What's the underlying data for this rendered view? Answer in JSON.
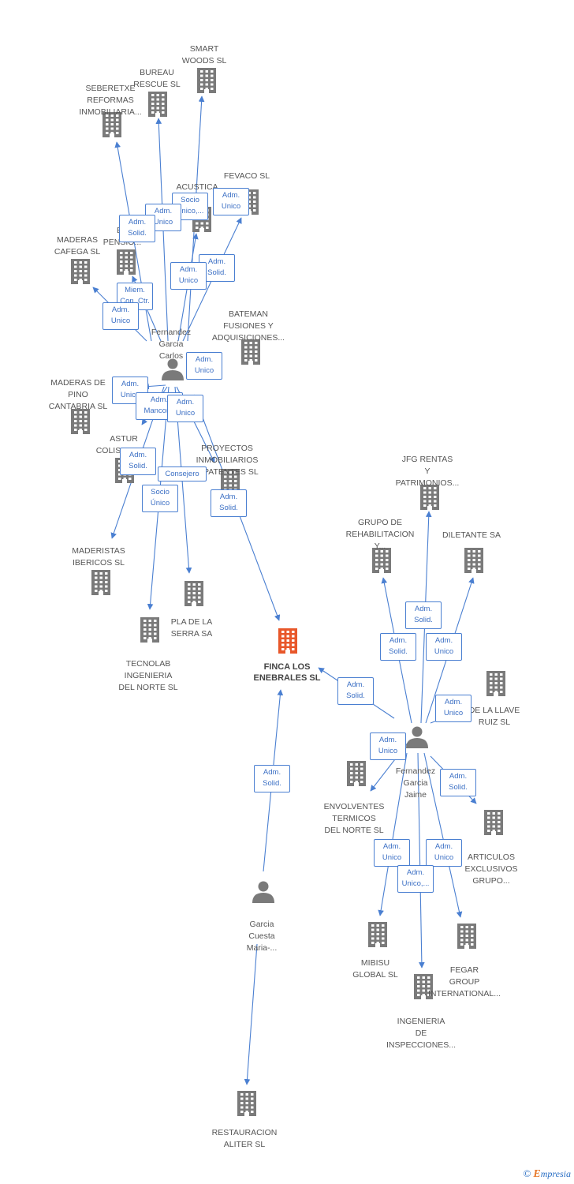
{
  "colors": {
    "edge": "#4a7fd1",
    "building": "#7a7a7a",
    "focus": "#e8572a",
    "person": "#7a7a7a"
  },
  "nodes": [
    {
      "id": "smart",
      "type": "company",
      "label": "SMART\nWOODS  SL"
    },
    {
      "id": "bureau",
      "type": "company",
      "label": "BUREAU\nRESCUE  SL"
    },
    {
      "id": "seberetxe",
      "type": "company",
      "label": "SEBERETXE\nREFORMAS\nINMOBILIARIA..."
    },
    {
      "id": "acustica",
      "type": "company",
      "label": "ACUSTICA\nE SL"
    },
    {
      "id": "fevaco",
      "type": "company",
      "label": "FEVACO SL"
    },
    {
      "id": "ba",
      "type": "company",
      "label": "BA\nPENSIO..."
    },
    {
      "id": "maderascafega",
      "type": "company",
      "label": "MADERAS\nCAFEGA SL"
    },
    {
      "id": "bateman",
      "type": "company",
      "label": "BATEMAN\nFUSIONES Y\nADQUISICIONES..."
    },
    {
      "id": "carlos",
      "type": "person",
      "label": "Fernandez\nGarcia\nCarlos"
    },
    {
      "id": "maderaspino",
      "type": "company",
      "label": "MADERAS DE\nPINO\nCANTABRIA  SL"
    },
    {
      "id": "astur",
      "type": "company",
      "label": "ASTUR\nCOLISEUM SL"
    },
    {
      "id": "proyectos",
      "type": "company",
      "label": "PROYECTOS\nINMOBILIARIOS\nY PATENTES SL"
    },
    {
      "id": "maderistas",
      "type": "company",
      "label": "MADERISTAS\nIBERICOS  SL"
    },
    {
      "id": "pla",
      "type": "company",
      "label": "PLA DE LA\nSERRA SA"
    },
    {
      "id": "tecnolab",
      "type": "company",
      "label": "TECNOLAB\nINGENIERIA\nDEL NORTE  SL"
    },
    {
      "id": "finca",
      "type": "focus",
      "label": "FINCA LOS\nENEBRALES SL"
    },
    {
      "id": "jfg",
      "type": "company",
      "label": "JFG RENTAS\nY\nPATRIMONIOS..."
    },
    {
      "id": "grupo",
      "type": "company",
      "label": "GRUPO DE\nREHABILITACION\nY..."
    },
    {
      "id": "diletante",
      "type": "company",
      "label": "DILETANTE SA"
    },
    {
      "id": "llave",
      "type": "company",
      "label": "DE LA LLAVE\nRUIZ SL"
    },
    {
      "id": "jaime",
      "type": "person",
      "label": "Fernandez\nGarcia\nJaime"
    },
    {
      "id": "envolventes",
      "type": "company",
      "label": "ENVOLVENTES\nTERMICOS\nDEL NORTE SL"
    },
    {
      "id": "articulos",
      "type": "company",
      "label": "ARTICULOS\nEXCLUSIVOS\nGRUPO..."
    },
    {
      "id": "mibisu",
      "type": "company",
      "label": "MIBISU\nGLOBAL SL"
    },
    {
      "id": "fegar",
      "type": "company",
      "label": "FEGAR\nGROUP\nINTERNATIONAL..."
    },
    {
      "id": "ingenieria",
      "type": "company",
      "label": "INGENIERIA\nDE\nINSPECCIONES..."
    },
    {
      "id": "maria",
      "type": "person",
      "label": "Garcia\nCuesta\nMaria-..."
    },
    {
      "id": "restauracion",
      "type": "company",
      "label": "RESTAURACION\nALITER SL"
    }
  ],
  "edges": [
    {
      "from": "carlos",
      "to": "smart"
    },
    {
      "from": "carlos",
      "to": "bureau"
    },
    {
      "from": "carlos",
      "to": "seberetxe"
    },
    {
      "from": "carlos",
      "to": "acustica"
    },
    {
      "from": "carlos",
      "to": "fevaco"
    },
    {
      "from": "carlos",
      "to": "ba"
    },
    {
      "from": "carlos",
      "to": "maderascafega"
    },
    {
      "from": "carlos",
      "to": "maderaspino"
    },
    {
      "from": "carlos",
      "to": "astur"
    },
    {
      "from": "carlos",
      "to": "proyectos"
    },
    {
      "from": "carlos",
      "to": "maderistas"
    },
    {
      "from": "carlos",
      "to": "pla"
    },
    {
      "from": "carlos",
      "to": "tecnolab"
    },
    {
      "from": "carlos",
      "to": "finca"
    },
    {
      "from": "jaime",
      "to": "finca"
    },
    {
      "from": "jaime",
      "to": "jfg"
    },
    {
      "from": "jaime",
      "to": "grupo"
    },
    {
      "from": "jaime",
      "to": "diletante"
    },
    {
      "from": "jaime",
      "to": "llave"
    },
    {
      "from": "jaime",
      "to": "envolventes"
    },
    {
      "from": "jaime",
      "to": "articulos"
    },
    {
      "from": "jaime",
      "to": "mibisu"
    },
    {
      "from": "jaime",
      "to": "fegar"
    },
    {
      "from": "jaime",
      "to": "ingenieria"
    },
    {
      "from": "maria",
      "to": "finca"
    },
    {
      "from": "maria",
      "to": "restauracion"
    }
  ],
  "tags": [
    {
      "id": "t1",
      "text": "Socio\nÚnico,..."
    },
    {
      "id": "t2",
      "text": "Adm.\nUnico"
    },
    {
      "id": "t3",
      "text": "Adm.\nSolid."
    },
    {
      "id": "t4",
      "text": "Adm.\nUnico"
    },
    {
      "id": "t5",
      "text": "Adm.\nSolid."
    },
    {
      "id": "t6",
      "text": "Miem.\nCon. Ctr."
    },
    {
      "id": "t7",
      "text": "Adm.\nUnico"
    },
    {
      "id": "t8",
      "text": "Adm.\nUnico"
    },
    {
      "id": "t9",
      "text": "Adm.\nUnico"
    },
    {
      "id": "t10",
      "text": "Adm.\nUnico"
    },
    {
      "id": "t11",
      "text": "Adm.\nMancom."
    },
    {
      "id": "t12",
      "text": "Adm.\nUnico"
    },
    {
      "id": "t13",
      "text": "Consejero"
    },
    {
      "id": "t14",
      "text": "Socio\nÚnico"
    },
    {
      "id": "t15",
      "text": "Adm.\nSolid."
    },
    {
      "id": "t16",
      "text": "Adm.\nSolid."
    },
    {
      "id": "t17",
      "text": "Adm.\nSolid."
    },
    {
      "id": "t18",
      "text": "Adm.\nUnico"
    },
    {
      "id": "t19",
      "text": "Adm.\nSolid."
    },
    {
      "id": "t20",
      "text": "Adm.\nSolid."
    },
    {
      "id": "t21",
      "text": "Adm.\nUnico"
    },
    {
      "id": "t22",
      "text": "Adm.\nUnico"
    },
    {
      "id": "t23",
      "text": "Adm.\nSolid."
    },
    {
      "id": "t24",
      "text": "Adm.\nUnico"
    },
    {
      "id": "t25",
      "text": "Adm.\nUnico"
    },
    {
      "id": "t26",
      "text": "Adm.\nUnico,..."
    },
    {
      "id": "t27",
      "text": "Adm.\nSolid."
    }
  ],
  "footer": {
    "copyright": "©",
    "brand_initial": "E",
    "brand_rest": "mpresia"
  }
}
